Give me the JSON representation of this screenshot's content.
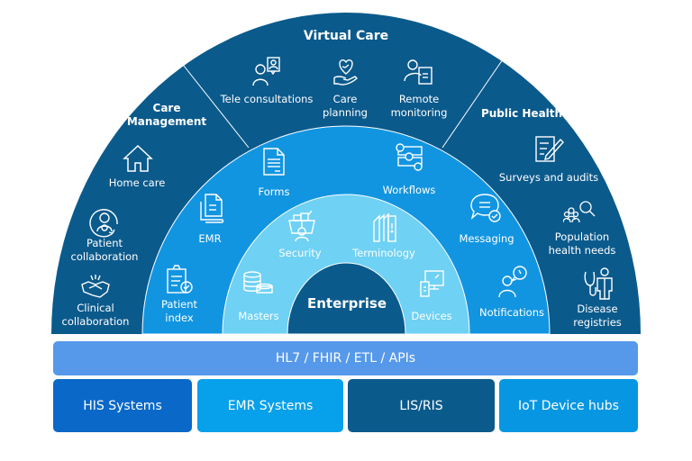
{
  "colors": {
    "outer_ring": "#0b5a8c",
    "middle_ring": "#1295e0",
    "inner_ring": "#6fd1f4",
    "core": "#0b5a8c",
    "protocol_bar": "#5699ea",
    "his_box": "#0a68c8",
    "emr_box": "#07a0eb",
    "lis_box": "#0b5a8c",
    "iot_box": "#0797e2"
  },
  "outer_ring": {
    "sections": [
      {
        "title": "Care Management",
        "items": [
          {
            "label": "Home care",
            "icon": "house-icon"
          },
          {
            "label": "Patient collaboration",
            "icon": "patient-circle-icon"
          },
          {
            "label": "Clinical collaboration",
            "icon": "handshake-icon"
          }
        ]
      },
      {
        "title": "Virtual Care",
        "items": [
          {
            "label": "Tele consultations",
            "icon": "video-consult-icon"
          },
          {
            "label": "Care planning",
            "icon": "heart-hand-icon"
          },
          {
            "label": "Remote monitoring",
            "icon": "person-chart-icon"
          }
        ]
      },
      {
        "title": "Public Health",
        "items": [
          {
            "label": "Surveys and audits",
            "icon": "survey-pencil-icon"
          },
          {
            "label": "Population health needs",
            "icon": "people-search-icon"
          },
          {
            "label": "Disease registries",
            "icon": "doctor-stethoscope-icon"
          }
        ]
      }
    ]
  },
  "middle_ring": {
    "items": [
      {
        "label": "Patient index",
        "icon": "clipboard-check-icon"
      },
      {
        "label": "EMR",
        "icon": "document-stack-icon"
      },
      {
        "label": "Forms",
        "icon": "form-icon"
      },
      {
        "label": "Workflows",
        "icon": "workflow-icon"
      },
      {
        "label": "Messaging",
        "icon": "chat-check-icon"
      },
      {
        "label": "Notifications",
        "icon": "person-bell-icon"
      }
    ]
  },
  "inner_ring": {
    "items": [
      {
        "label": "Masters",
        "icon": "database-icon"
      },
      {
        "label": "Security",
        "icon": "security-basket-icon"
      },
      {
        "label": "Terminology",
        "icon": "books-icon"
      },
      {
        "label": "Devices",
        "icon": "devices-icon"
      }
    ]
  },
  "core": {
    "label": "Enterprise"
  },
  "protocol_bar": {
    "label": "HL7 / FHIR / ETL / APIs"
  },
  "systems": [
    {
      "label": "HIS Systems"
    },
    {
      "label": "EMR Systems"
    },
    {
      "label": "LIS/RIS"
    },
    {
      "label": "IoT Device hubs"
    }
  ]
}
